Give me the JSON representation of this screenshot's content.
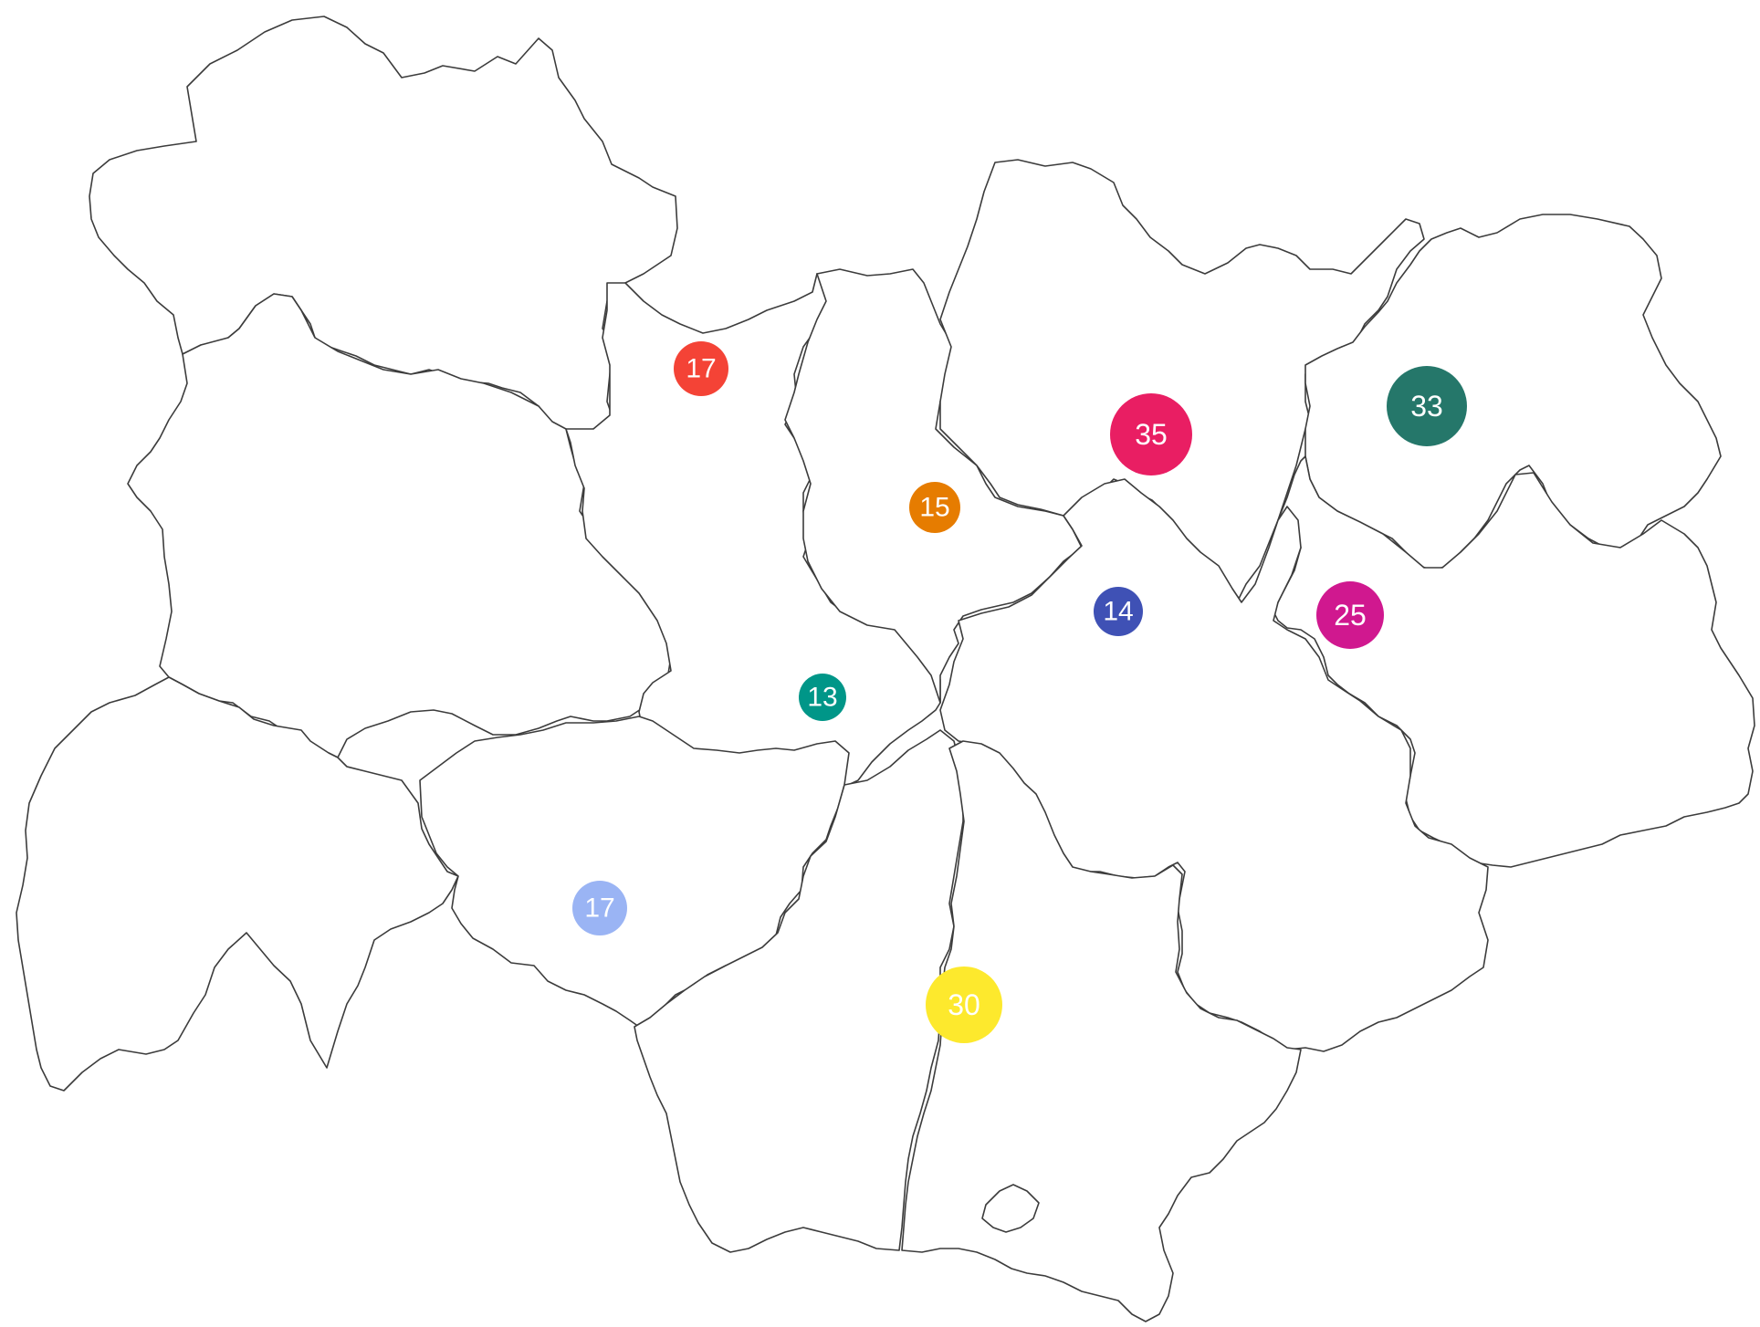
{
  "map": {
    "markers": [
      {
        "id": "m1",
        "value": "17",
        "color": "#f44336",
        "size": 17
      },
      {
        "id": "m2",
        "value": "15",
        "color": "#e67c00",
        "size": 15
      },
      {
        "id": "m3",
        "value": "35",
        "color": "#e91e63",
        "size": 35
      },
      {
        "id": "m4",
        "value": "33",
        "color": "#25776a",
        "size": 33
      },
      {
        "id": "m5",
        "value": "14",
        "color": "#3f51b5",
        "size": 14
      },
      {
        "id": "m6",
        "value": "25",
        "color": "#d0188f",
        "size": 25
      },
      {
        "id": "m7",
        "value": "13",
        "color": "#009688",
        "size": 13
      },
      {
        "id": "m8",
        "value": "17",
        "color": "#9ab4f4",
        "size": 17
      },
      {
        "id": "m9",
        "value": "30",
        "color": "#fde92d",
        "size": 30
      }
    ]
  }
}
